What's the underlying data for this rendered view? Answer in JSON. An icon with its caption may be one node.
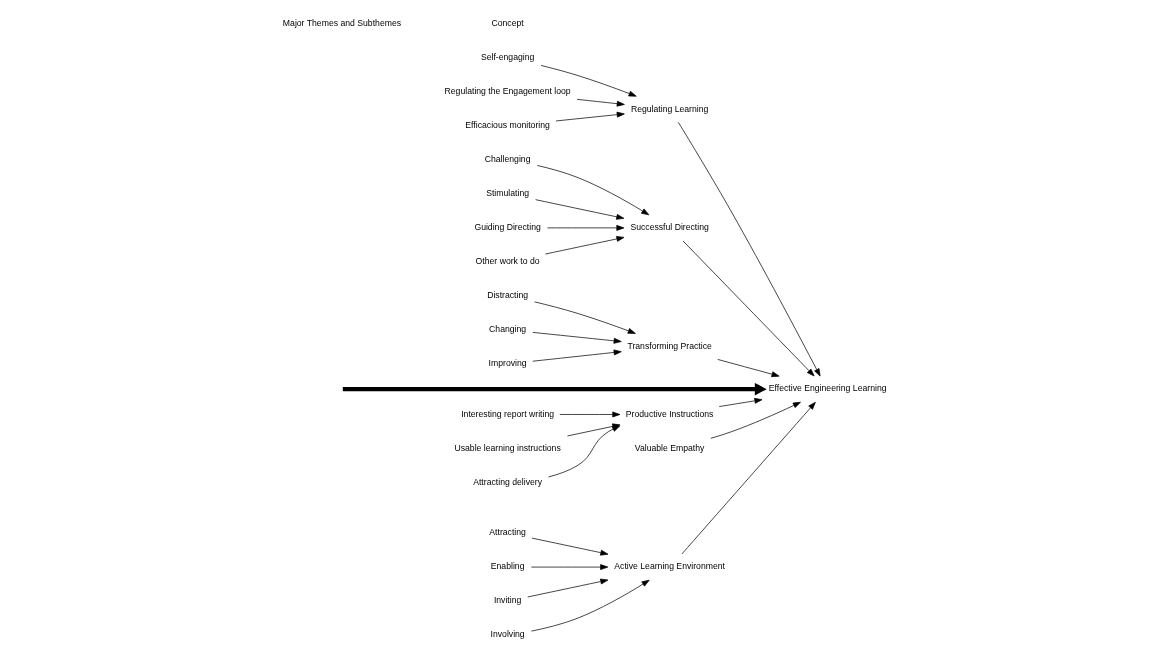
{
  "diagram": {
    "nodes": [
      {
        "text": [
          "Regulating Learning"
        ]
      },
      {
        "text": [
          "Self-engaging"
        ]
      },
      {
        "text": [
          "Regulating the Engagement loop"
        ]
      },
      {
        "text": [
          "Efficacious monitoring"
        ]
      },
      {
        "text": [
          "Successful Directing"
        ]
      },
      {
        "text": [
          "Challenging"
        ]
      },
      {
        "text": [
          "Stimulating"
        ]
      },
      {
        "text": [
          "Guiding Directing"
        ]
      },
      {
        "text": [
          "Other work to do"
        ]
      },
      {
        "text": [
          "Transforming Practice"
        ]
      },
      {
        "text": [
          "Distracting"
        ]
      },
      {
        "text": [
          "Changing"
        ]
      },
      {
        "text": [
          "Improving"
        ]
      },
      {
        "text": [
          "Effective Engineering Learning"
        ]
      },
      {
        "text": [
          "Interesting report writing"
        ]
      },
      {
        "text": [
          "Usable learning instructions"
        ]
      },
      {
        "text": [
          "Attracting delivery"
        ]
      },
      {
        "text": [
          "Productive Instructions"
        ]
      },
      {
        "text": [
          "Valuable Empathy"
        ]
      },
      {
        "text": [
          "Attracting"
        ]
      },
      {
        "text": [
          "Enabling"
        ]
      },
      {
        "text": [
          "Inviting"
        ]
      },
      {
        "text": [
          "Involving"
        ]
      },
      {
        "text": [
          "Active Learning Environment"
        ]
      }
    ],
    "edges": [
      {
        "from": null,
        "to": 13,
        "arrow": "to",
        "style": "thick"
      },
      {
        "from": 0,
        "to": 13,
        "arrow": "to"
      },
      {
        "from": 1,
        "to": 0,
        "arrow": "to"
      },
      {
        "from": 2,
        "to": 0,
        "arrow": "to"
      },
      {
        "from": 3,
        "to": 0,
        "arrow": "to"
      },
      {
        "from": 4,
        "to": 13,
        "arrow": "to"
      },
      {
        "from": 5,
        "to": 4,
        "arrow": "to"
      },
      {
        "from": 6,
        "to": 4,
        "arrow": "to"
      },
      {
        "from": 7,
        "to": 4,
        "arrow": "to"
      },
      {
        "from": 8,
        "to": 4,
        "arrow": "to"
      },
      {
        "from": 9,
        "to": 13,
        "arrow": "to"
      },
      {
        "from": 10,
        "to": 9,
        "arrow": "to"
      },
      {
        "from": 11,
        "to": 9,
        "arrow": "to"
      },
      {
        "from": 12,
        "to": 9,
        "arrow": "to"
      },
      {
        "from": 14,
        "to": 17,
        "arrow": "to"
      },
      {
        "from": 15,
        "to": 17,
        "arrow": "to"
      },
      {
        "from": 16,
        "to": 17,
        "arrow": "to"
      },
      {
        "from": 17,
        "to": 13,
        "arrow": "to"
      },
      {
        "from": 18,
        "to": 13,
        "arrow": "to"
      },
      {
        "from": 19,
        "to": 23,
        "arrow": "to"
      },
      {
        "from": 20,
        "to": 23,
        "arrow": "to"
      },
      {
        "from": 21,
        "to": 23,
        "arrow": "to"
      },
      {
        "from": 22,
        "to": 23,
        "arrow": "to"
      },
      {
        "from": 23,
        "to": 13,
        "arrow": "to"
      }
    ],
    "labels": [
      "Major Themes and Subthemes",
      "Concept"
    ]
  }
}
